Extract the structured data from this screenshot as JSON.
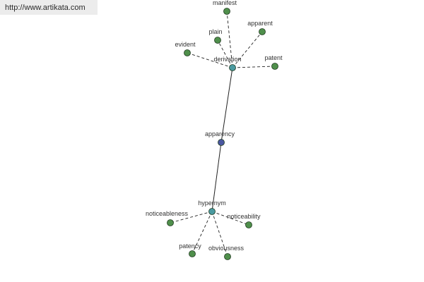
{
  "banner": {
    "url_text": "http://www.artikata.com"
  },
  "colors": {
    "leaf_node": "#4f8f4b",
    "relation_node": "#4a9aa0",
    "center_node": "#4a57a0",
    "node_stroke": "#1f3a1f",
    "edge": "#222222"
  },
  "graph": {
    "center": {
      "id": "apparency",
      "label": "apparency"
    },
    "relations": [
      {
        "id": "derivation",
        "label": "derivation"
      },
      {
        "id": "hypernym",
        "label": "hypernym"
      }
    ],
    "leaves": [
      {
        "id": "manifest",
        "label": "manifest",
        "relation": "derivation"
      },
      {
        "id": "plain",
        "label": "plain",
        "relation": "derivation"
      },
      {
        "id": "apparent",
        "label": "apparent",
        "relation": "derivation"
      },
      {
        "id": "evident",
        "label": "evident",
        "relation": "derivation"
      },
      {
        "id": "patent",
        "label": "patent",
        "relation": "derivation"
      },
      {
        "id": "noticeableness",
        "label": "noticeableness",
        "relation": "hypernym"
      },
      {
        "id": "noticeability",
        "label": "noticeability",
        "relation": "hypernym"
      },
      {
        "id": "patency",
        "label": "patency",
        "relation": "hypernym"
      },
      {
        "id": "obviousness",
        "label": "obviousness",
        "relation": "hypernym"
      }
    ]
  }
}
